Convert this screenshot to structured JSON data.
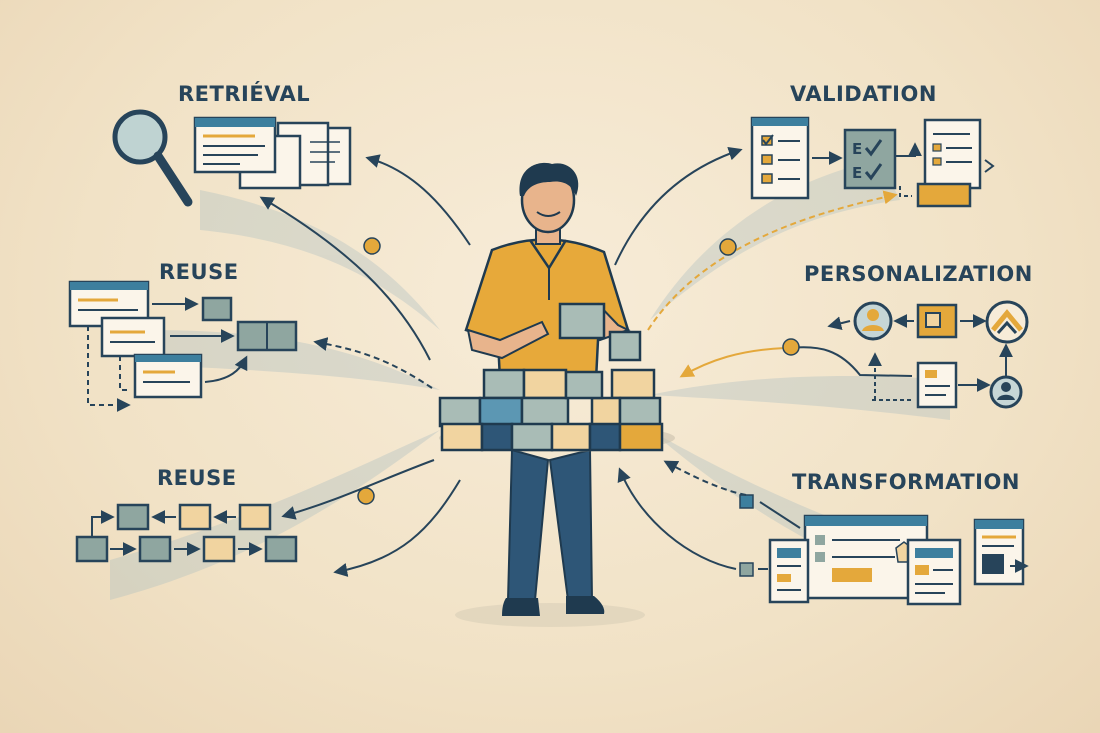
{
  "labels": {
    "retrieval": "RETRIÉVAL",
    "validation": "VALIDATION",
    "reuse_top": "REUSE",
    "personalization": "PERSONALIZATION",
    "reuse_bottom": "REUSE",
    "transformation": "TRANSFORMATION"
  },
  "colors": {
    "ink": "#27445a",
    "accent_orange": "#e4a83b",
    "shirt": "#e7a93a",
    "block_gray": "#9fb2ad",
    "block_blue": "#3d7f9e",
    "background": "#f3e6cf"
  },
  "icons": [
    "magnifier-icon",
    "checklist-icon",
    "user-avatar-icon",
    "up-chevron-icon",
    "code-document-icon"
  ]
}
